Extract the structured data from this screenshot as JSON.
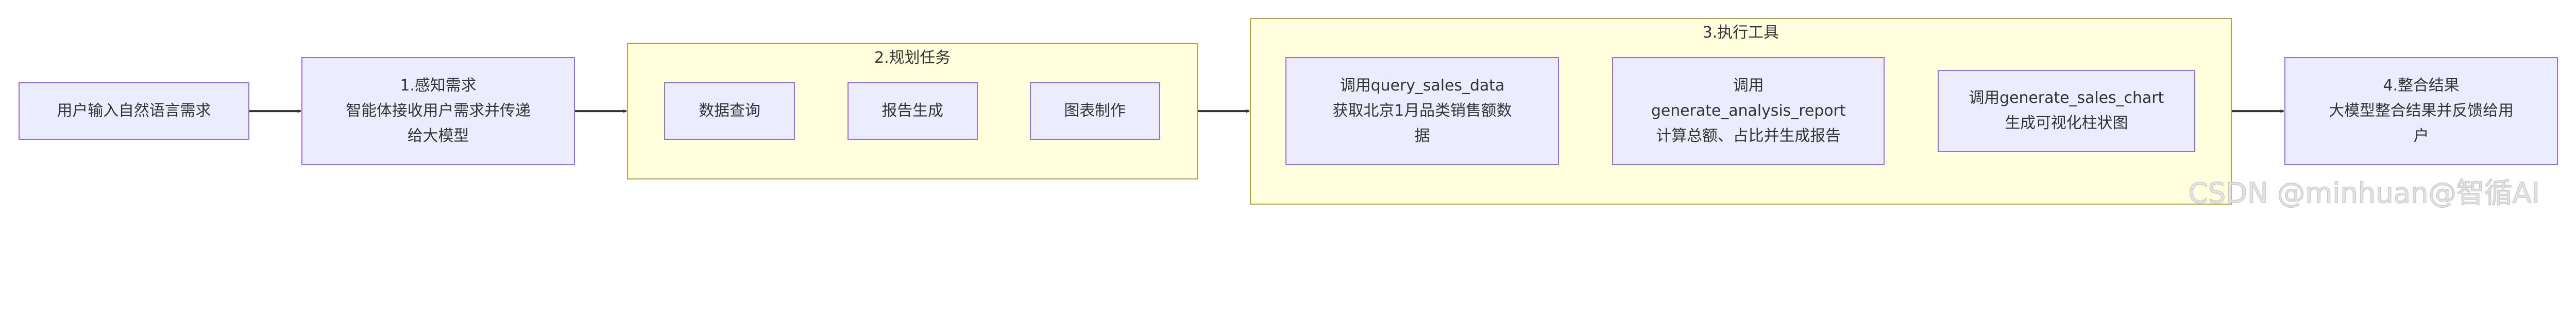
{
  "colors": {
    "node_fill": "#ECECFF",
    "node_stroke": "#9370DB",
    "group_fill": "#FFFFDE",
    "group_stroke": "#AAAA33",
    "edge": "#333333"
  },
  "nodes": {
    "user_input": [
      "用户输入自然语言需求"
    ],
    "perceive": [
      "1.感知需求",
      "智能体接收用户需求并传递",
      "给大模型"
    ],
    "integrate": [
      "4.整合结果",
      "大模型整合结果并反馈给用",
      "户"
    ]
  },
  "groups": {
    "plan": {
      "title": "2.规划任务",
      "items": [
        [
          "数据查询"
        ],
        [
          "报告生成"
        ],
        [
          "图表制作"
        ]
      ]
    },
    "execute": {
      "title": "3.执行工具",
      "items": [
        [
          "调用query_sales_data",
          "获取北京1月品类销售额数",
          "据"
        ],
        [
          "调用",
          "generate_analysis_report",
          "计算总额、占比并生成报告"
        ],
        [
          "调用generate_sales_chart",
          "生成可视化柱状图"
        ]
      ]
    }
  },
  "watermark": "CSDN @minhuan@智循AI"
}
